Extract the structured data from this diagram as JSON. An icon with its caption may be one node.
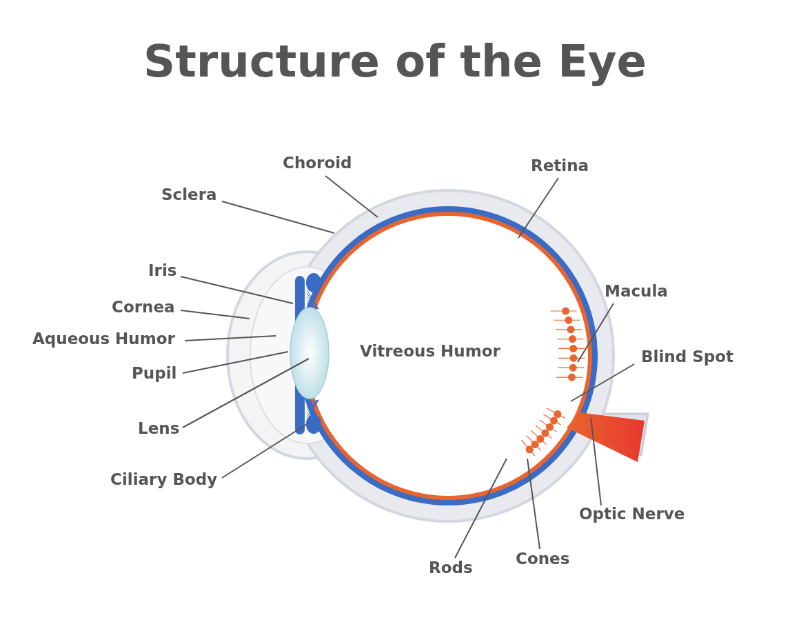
{
  "diagram": {
    "title": "Structure of the Eye",
    "nodes": [
      {
        "text": [
          "Choroid"
        ]
      },
      {
        "text": [
          "Retina"
        ]
      },
      {
        "text": [
          "Sclera"
        ]
      },
      {
        "text": [
          "Iris"
        ]
      },
      {
        "text": [
          "Macula"
        ]
      },
      {
        "text": [
          "Cornea"
        ]
      },
      {
        "text": [
          "Aqueous Humor"
        ]
      },
      {
        "text": [
          "Blind Spot"
        ]
      },
      {
        "text": [
          "Pupil"
        ]
      },
      {
        "text": [
          "Lens"
        ]
      },
      {
        "text": [
          "Ciliary Body"
        ]
      },
      {
        "text": [
          "Optic Nerve"
        ]
      },
      {
        "text": [
          "Cones"
        ]
      },
      {
        "text": [
          "Rods"
        ]
      }
    ],
    "edges": [
      {
        "from": 0,
        "to": null,
        "arrow": "none"
      },
      {
        "from": 1,
        "to": null,
        "arrow": "none"
      },
      {
        "from": 2,
        "to": null,
        "arrow": "none"
      },
      {
        "from": 3,
        "to": null,
        "arrow": "none"
      },
      {
        "from": 4,
        "to": null,
        "arrow": "none"
      },
      {
        "from": 5,
        "to": null,
        "arrow": "none"
      },
      {
        "from": 6,
        "to": null,
        "arrow": "none"
      },
      {
        "from": 7,
        "to": null,
        "arrow": "none"
      },
      {
        "from": 8,
        "to": null,
        "arrow": "none"
      },
      {
        "from": 9,
        "to": null,
        "arrow": "none"
      },
      {
        "from": 10,
        "to": null,
        "arrow": "none"
      },
      {
        "from": 11,
        "to": null,
        "arrow": "none"
      },
      {
        "from": 12,
        "to": null,
        "arrow": "none"
      },
      {
        "from": 13,
        "to": null,
        "arrow": "none"
      }
    ],
    "labels": [
      "Vitreous Humor"
    ]
  }
}
